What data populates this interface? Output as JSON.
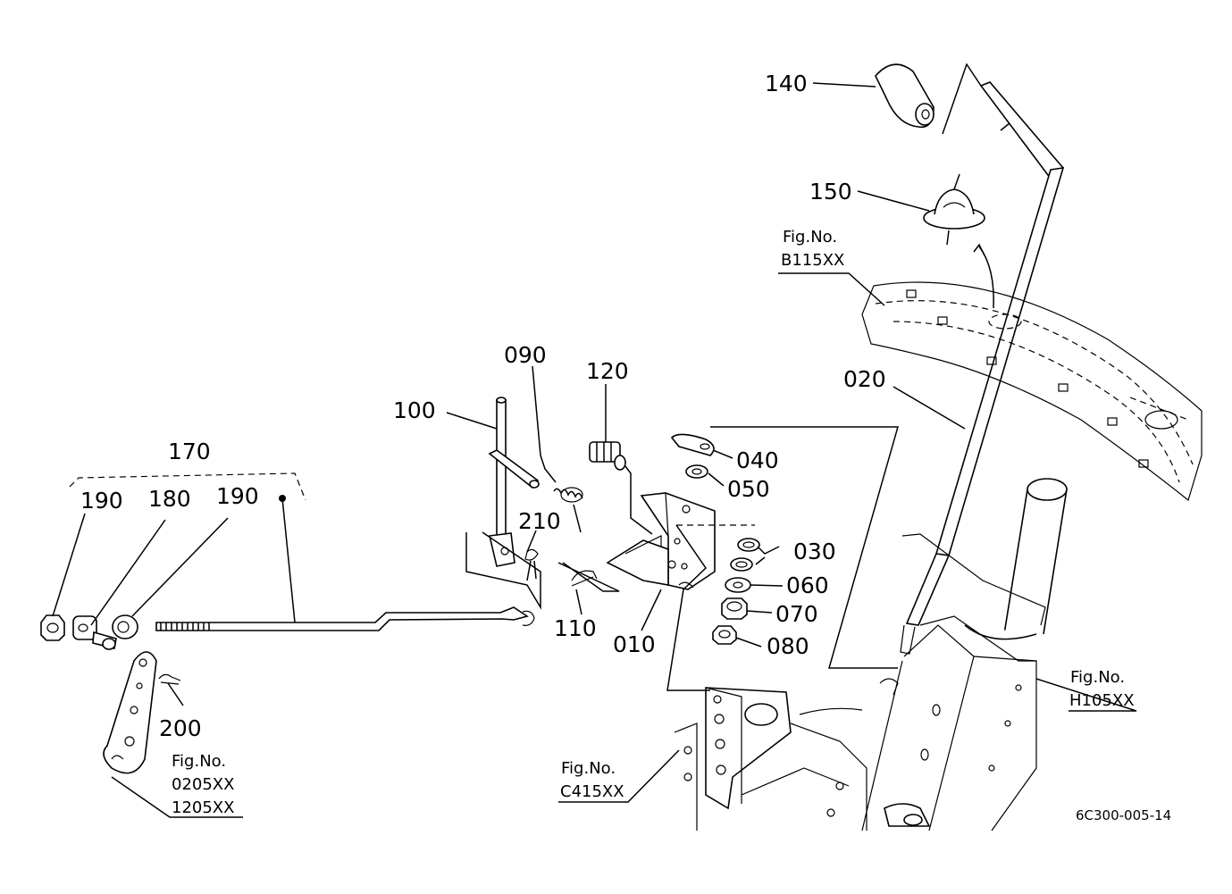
{
  "diagram": {
    "part_numbers": {
      "p010": "010",
      "p020": "020",
      "p030": "030",
      "p040": "040",
      "p050": "050",
      "p060": "060",
      "p070": "070",
      "p080": "080",
      "p090": "090",
      "p100": "100",
      "p110": "110",
      "p120": "120",
      "p140": "140",
      "p150": "150",
      "p170": "170",
      "p180": "180",
      "p190a": "190",
      "p190b": "190",
      "p200": "200",
      "p210": "210"
    },
    "figure_refs": {
      "b115": {
        "label": "Fig.No.",
        "code": "B115XX"
      },
      "h105": {
        "label": "Fig.No.",
        "code": "H105XX"
      },
      "c415": {
        "label": "Fig.No.",
        "code": "C415XX"
      },
      "f0205": {
        "label": "Fig.No.",
        "code1": "0205XX",
        "code2": "1205XX"
      }
    },
    "drawing_code": "6C300-005-14"
  }
}
